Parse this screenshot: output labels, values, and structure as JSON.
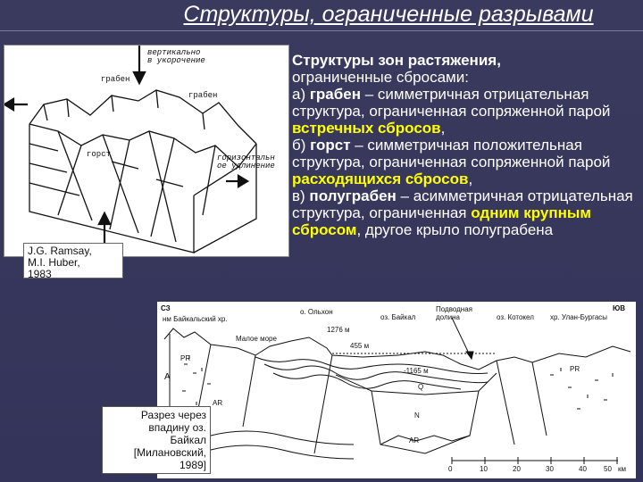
{
  "title": "Структуры, ограниченные разрывами",
  "top_diagram": {
    "labels": {
      "vertical": "вертикально\nв укорочение",
      "graben_left": "грабен",
      "graben_right": "грабен",
      "horst": "горст",
      "horizontal": "горизонтальн\nое удлинение"
    }
  },
  "citation_top": [
    "J.G. Ramsay,",
    "M.I. Huber,",
    "1983"
  ],
  "text": {
    "line1": "Структуры зон растяжения,",
    "line2": "ограниченные сбросами:",
    "a_prefix": "а) ",
    "a_term": "грабен",
    "a_rest": " – симметричная отрицательная структура, ограниченная сопряженной парой ",
    "a_hl": "встречных сбросов",
    "a_end": ",",
    "b_prefix": "б) ",
    "b_term": "горст",
    "b_rest": " – симметричная положительная структура, ограниченная сопряженной парой ",
    "b_hl": "расходящихся сбросов",
    "b_end": ",",
    "c_prefix": "в) ",
    "c_term": "полуграбен",
    "c_rest": " – асимметричная отрицательная структура, ограниченная ",
    "c_hl": "одним крупным сбросом",
    "c_end": ", другое крыло полуграбена"
  },
  "bottom_diagram": {
    "labels": {
      "nw": "СЗ",
      "se": "ЮВ",
      "baikal_range": "нм Байкальский хр.",
      "olkhon": "о. Ольхон",
      "lake": "оз. Байкал",
      "valley": "Подводная\nдолина",
      "kotokel": "оз. Котокел",
      "ulan": "хр. Улан-Бургасы",
      "maloe_more": "Малое море",
      "h1276": "1276 м",
      "h455": "455 м",
      "h1165": "-1165 м",
      "q": "Q",
      "n": "N",
      "ar": "AR",
      "pr": "PR",
      "a_letter": "А",
      "scale_unit": "км"
    },
    "scale_ticks": [
      "0",
      "10",
      "20",
      "30",
      "40",
      "50"
    ]
  },
  "caption_bottom": [
    "Разрез через",
    "впадину оз.",
    "Байкал",
    "[Милановский,",
    "1989]"
  ]
}
